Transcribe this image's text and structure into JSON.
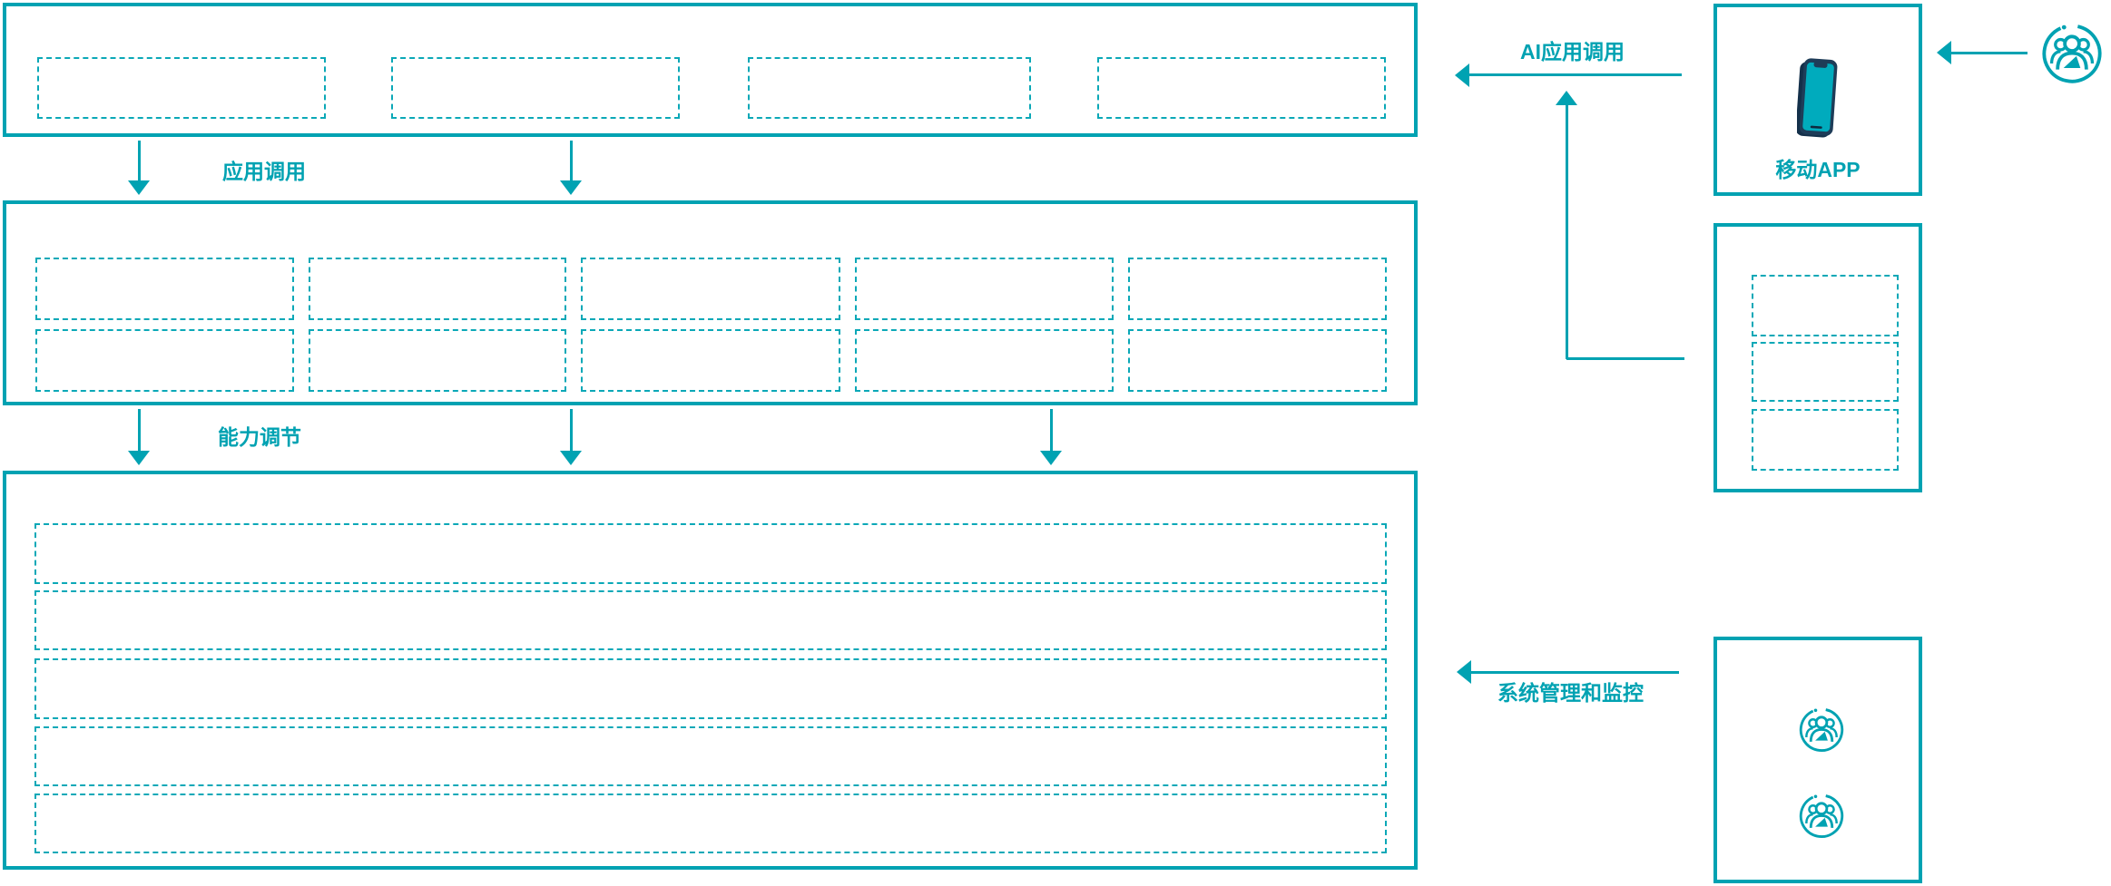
{
  "diagram": {
    "labels": {
      "app_call": "应用调用",
      "capability_adjust": "能力调节",
      "ai_app_call": "AI应用调用",
      "system_monitor": "系统管理和监控",
      "mobile_app": "移动APP"
    },
    "colors": {
      "line_teal": "#00a2b2",
      "dash_teal": "#0ba8b7",
      "phone_body": "#1e3c58",
      "phone_screen": "#00abbd"
    },
    "icons": {
      "users": "users-icon",
      "phone": "mobile-phone-icon"
    },
    "placeholders": {
      "top_layer_slots": 4,
      "middle_layer_slots": 10,
      "bottom_layer_rows": 5,
      "right_panel_slots": 3,
      "admin_user_icons": 2
    }
  }
}
